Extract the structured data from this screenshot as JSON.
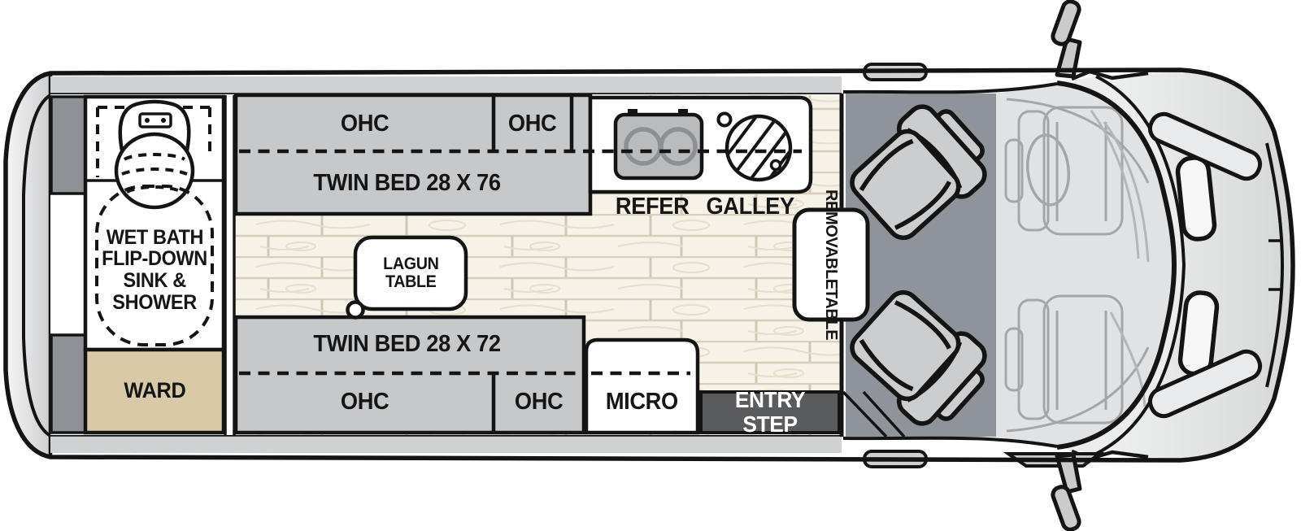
{
  "floorplan": {
    "labels": {
      "ohc_top_left": "OHC",
      "ohc_top_right": "OHC",
      "twin_bed_top": "TWIN BED 28 X 76",
      "refer": "REFER",
      "galley": "GALLEY",
      "wet_bath_lines": [
        "WET BATH",
        "FLIP-DOWN",
        "SINK &",
        "SHOWER"
      ],
      "ward": "WARD",
      "lagun_table_lines": [
        "LAGUN",
        "TABLE"
      ],
      "removable_table_lines": [
        "REMOVABLE",
        "TABLE"
      ],
      "twin_bed_bottom": "TWIN BED 28 X 72",
      "ohc_bottom_left": "OHC",
      "ohc_bottom_right": "OHC",
      "micro": "MICRO",
      "entry_step": "ENTRY STEP"
    },
    "colors": {
      "cabinet_gray": "#c6c8ca",
      "wall_gray": "#cfd1d2",
      "pillar_gray": "#8e9196",
      "cab_floor_gray": "#8f939a",
      "entry_step_bg": "#5a5b5d",
      "ward_tan": "#d9c9a7",
      "wood_floor": "#f6f2e8",
      "line_black": "#141414",
      "ghost_gray": "#a4a7a9"
    },
    "icons": [
      "toilet-icon",
      "shower-dashed-outline-icon",
      "cooktop-icon",
      "sink-icon",
      "captain-seat-icon",
      "ghost-seat-icon",
      "steering-wheel-icon",
      "side-mirror-icon",
      "headlight-icon",
      "hood-vent-icon"
    ]
  }
}
